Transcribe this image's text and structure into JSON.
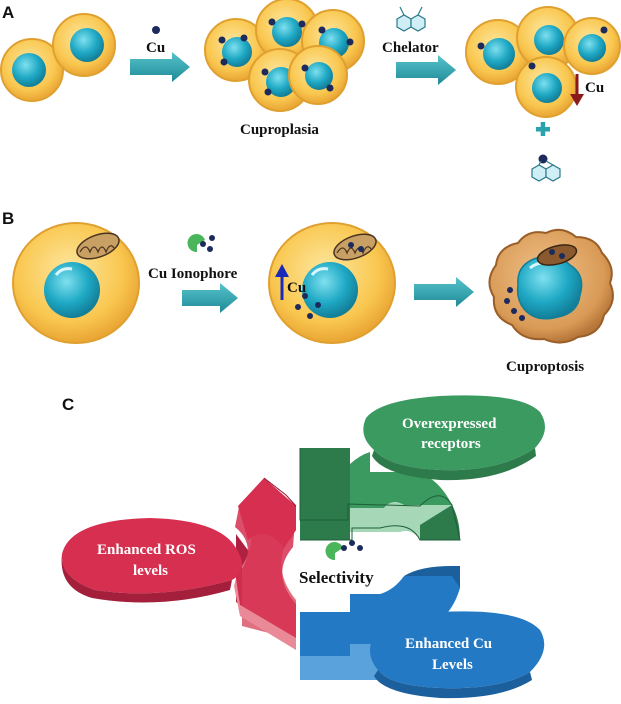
{
  "panels": {
    "a": "A",
    "b": "B",
    "c": "C"
  },
  "panel_a": {
    "cu_label": "Cu",
    "chelator_label": "Chelator",
    "cuproplasia_label": "Cuproplasia",
    "cu_decrease_label": "Cu",
    "plus_sign": "+"
  },
  "panel_b": {
    "ionophore_label": "Cu Ionophore",
    "cu_increase_label": "Cu",
    "cuproptosis_label": "Cuproptosis"
  },
  "panel_c": {
    "center_label": "Selectivity",
    "ros_label_line1": "Enhanced ROS",
    "ros_label_line2": "levels",
    "receptors_label_line1": "Overexpressed",
    "receptors_label_line2": "receptors",
    "cu_levels_label_line1": "Enhanced Cu",
    "cu_levels_label_line2": "Levels"
  },
  "colors": {
    "cell_fill": "#f9c74f",
    "cell_edge": "#e0a030",
    "nucleus": "#1ea8c4",
    "arrow": "#2aa3ae",
    "copper_dot": "#1c2a5c",
    "decrease_arrow": "#8b1a1a",
    "increase_arrow": "#1a2ab8",
    "ros_red": "#d62f4f",
    "receptor_green": "#3a9a5f",
    "cu_blue": "#2479c4",
    "ionophore_green": "#4bb55c",
    "dying_cell": "#d99a56"
  }
}
